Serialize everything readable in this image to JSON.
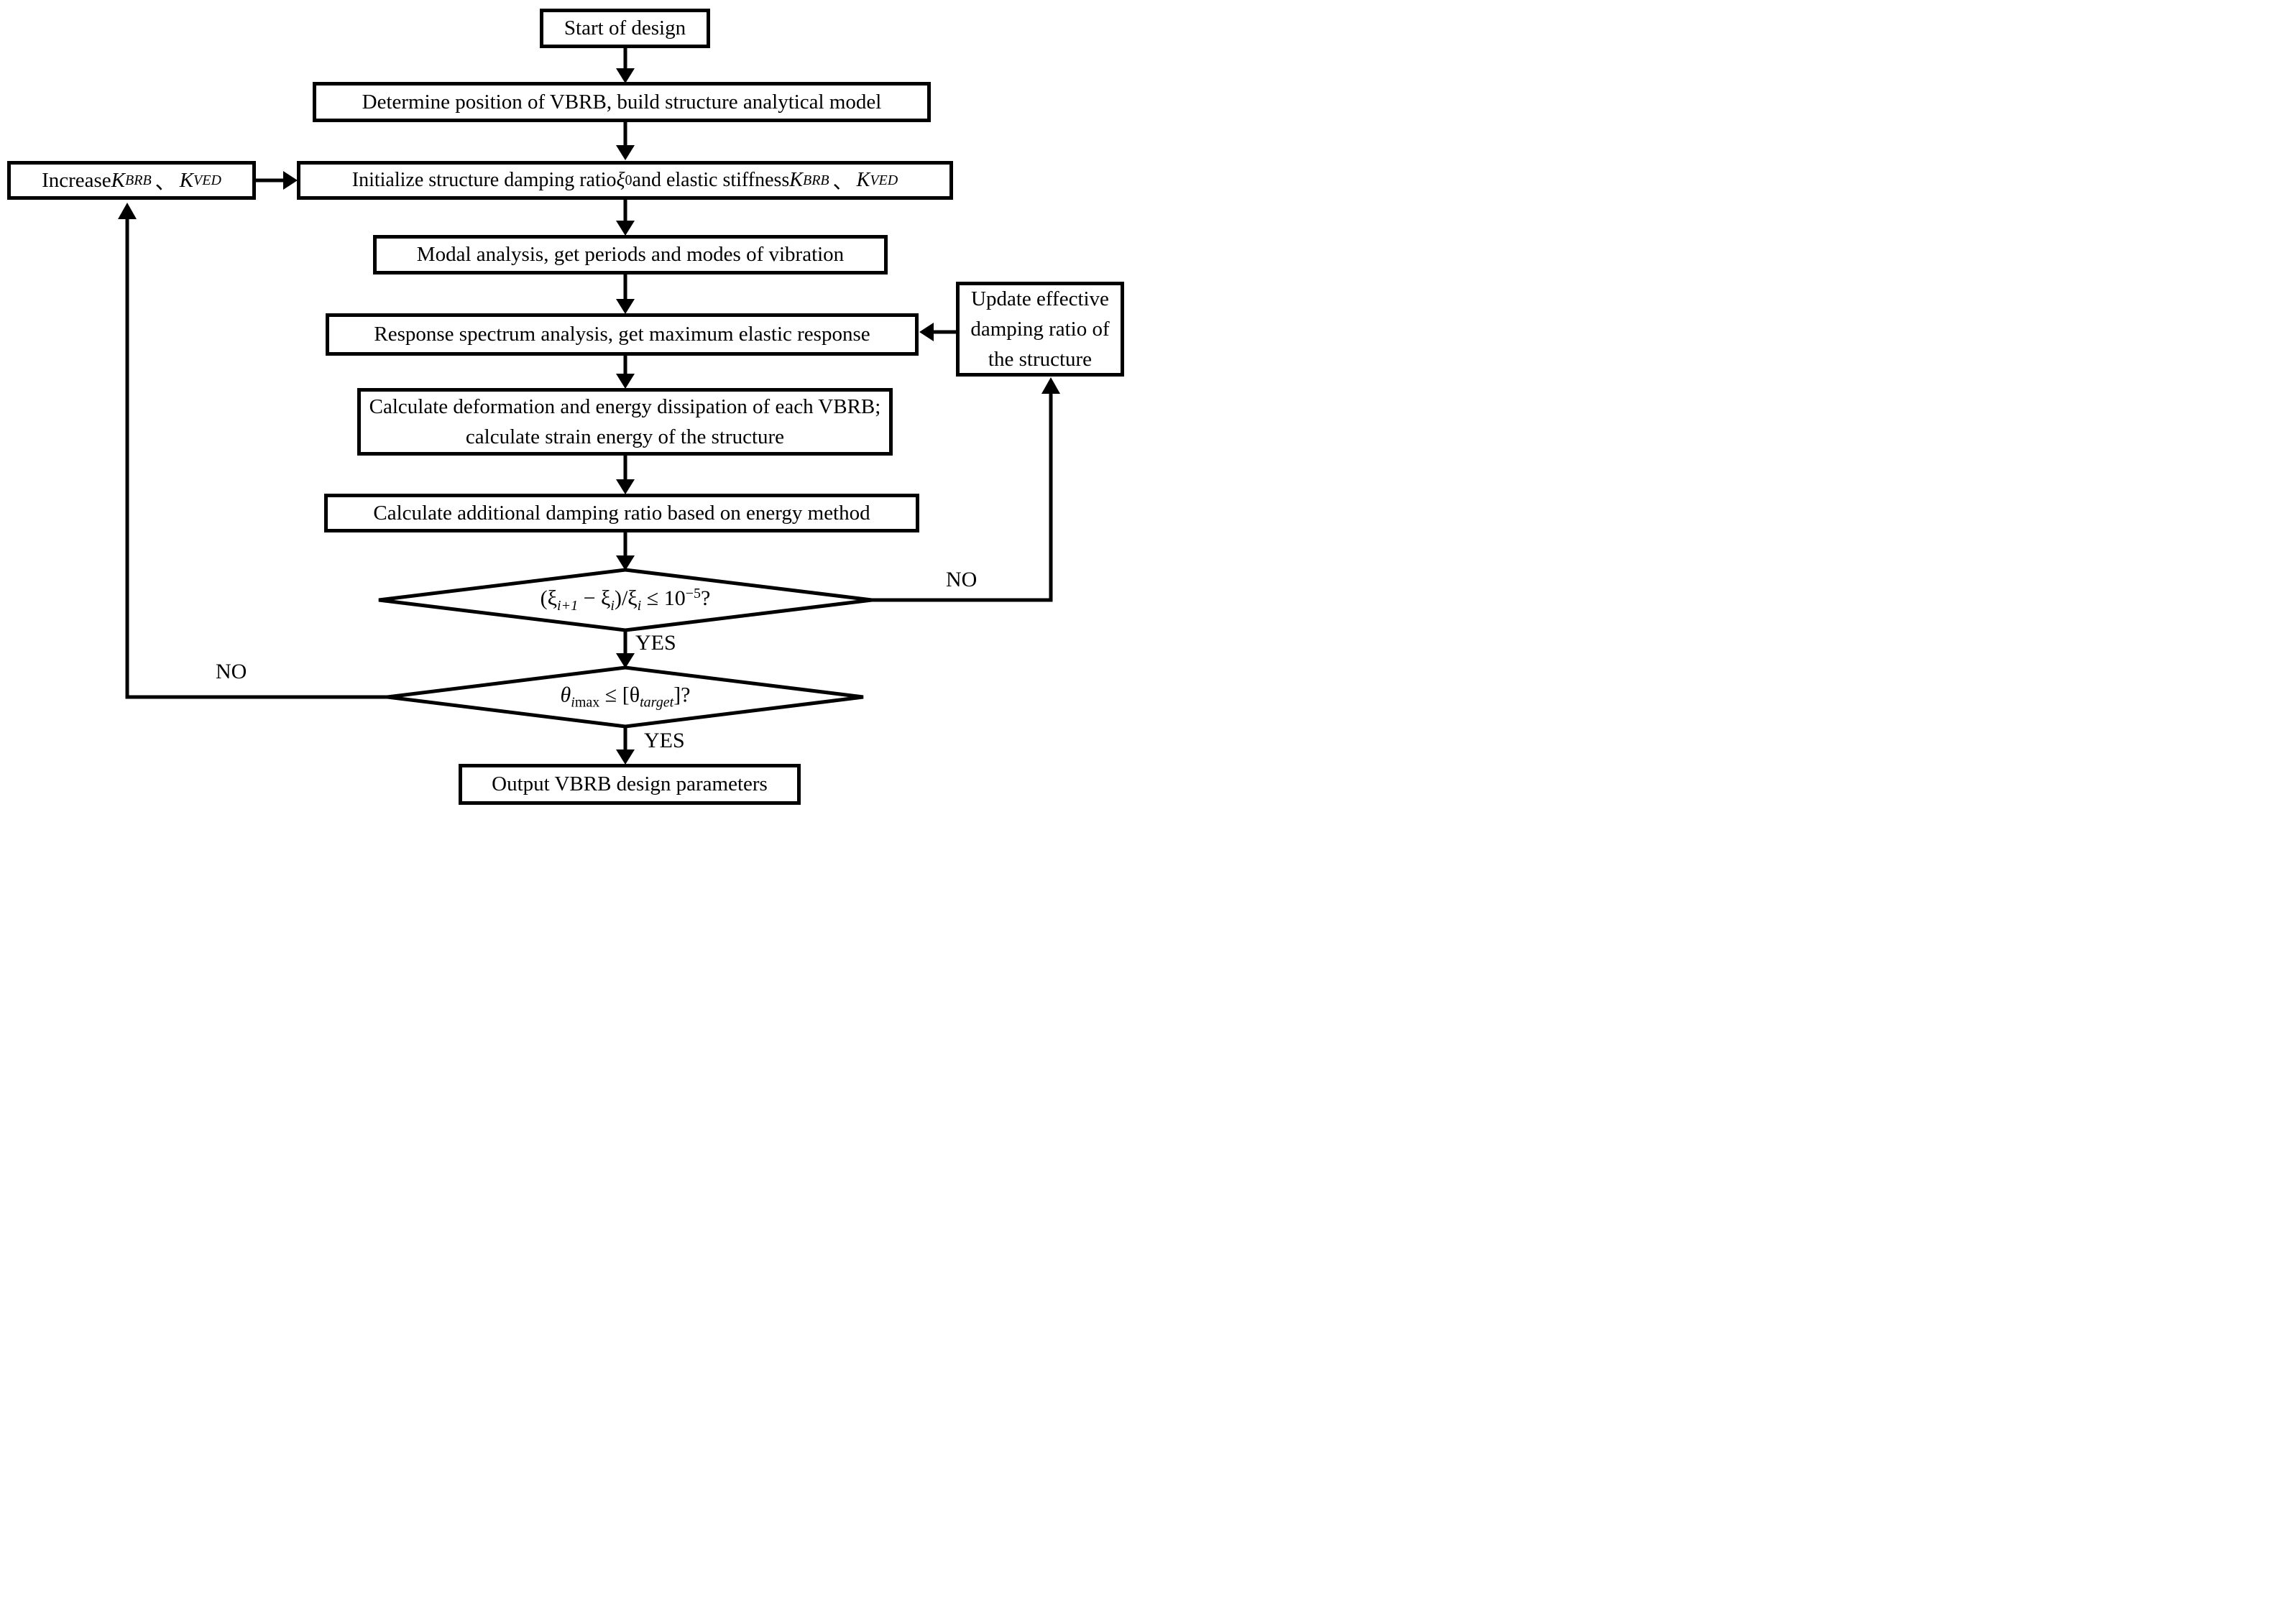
{
  "nodes": {
    "start": {
      "label": "Start of design"
    },
    "determine": {
      "label": "Determine position of VBRB, build structure analytical model"
    },
    "increase": {
      "action": "Increase ",
      "k1": "K",
      "k1_sub": "BRB",
      "separator": "、",
      "k2": "K",
      "k2_sub": "VED"
    },
    "initialize": {
      "text_before": "Initialize structure damping ratio ",
      "xi": "ξ",
      "xi_sub": "0",
      "text_after": " and elastic stiffness ",
      "k1": "K",
      "k1_sub": "BRB",
      "separator": "、",
      "k2": "K",
      "k2_sub": "VED"
    },
    "modal": {
      "label": "Modal analysis, get periods and modes of vibration"
    },
    "response": {
      "label": "Response spectrum analysis, get maximum elastic response"
    },
    "update": {
      "label": "Update effective damping ratio of the structure"
    },
    "calc_energy": {
      "label": "Calculate deformation and energy dissipation of each VBRB; calculate strain energy of the structure"
    },
    "calc_damping": {
      "label": "Calculate additional damping ratio based on energy method"
    },
    "decision_convergence": {
      "a": "(ξ",
      "b": "i+1",
      "c": " − ξ",
      "d": "i",
      "e": ")/ξ",
      "f": "i",
      "g": " ≤ 10",
      "h": "−5",
      "i": "?"
    },
    "decision_drift": {
      "t1": "θ",
      "sub_i": "i",
      "sub_max": "max",
      "mid": " ≤ [θ",
      "sub_target": "target",
      "end": "]?"
    },
    "output": {
      "label": "Output VBRB design parameters"
    }
  },
  "edge_labels": {
    "yes1": "YES",
    "no1": "NO",
    "yes2": "YES",
    "no2": "NO"
  }
}
